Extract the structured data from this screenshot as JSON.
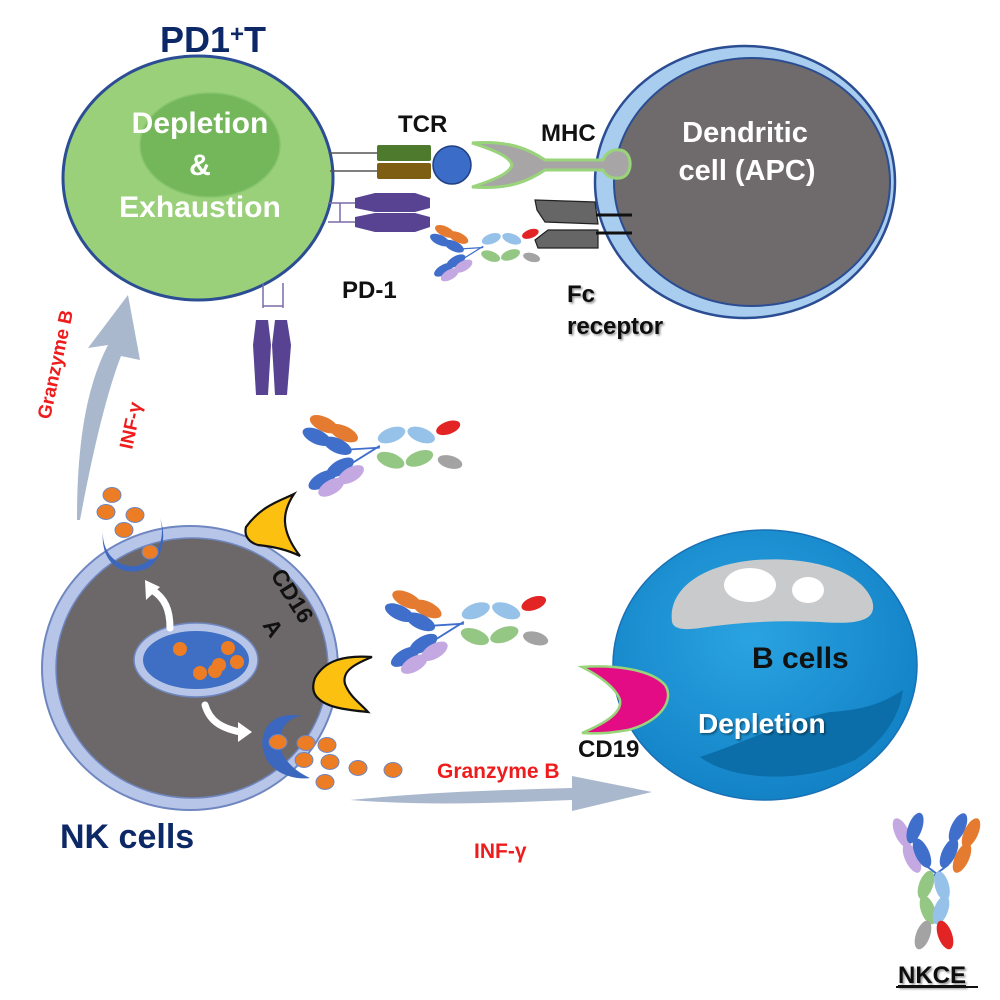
{
  "colors": {
    "t_cell_fill": "#9bd07a",
    "t_cell_nucleus": "#74b65a",
    "t_cell_border": "#2b4d93",
    "dendritic_fill": "#6f6a6b",
    "dendritic_membrane": "#a9cdee",
    "nk_fill": "#6c6869",
    "nk_membrane": "#b7c6e8",
    "nk_nucleus": "#3e6fc4",
    "granule": "#ec7d24",
    "granule_receptor": "#3b67bf",
    "cd16": "#fcc010",
    "cd19": "#e30c84",
    "b_cell_fill": "#1e94d6",
    "b_cell_dark": "#0b6ea8",
    "b_cell_nucleus": "#c9cacb",
    "pd1": "#574391",
    "arrow": "#a9b8cc",
    "label_navy": "#0d2866",
    "label_red": "#ee1c1c",
    "ab_blue": "#3f6ecb",
    "ab_orange": "#e57b30",
    "ab_lightblue": "#96c1e8",
    "ab_green": "#94c784",
    "ab_purple": "#c4a8e2",
    "ab_red": "#e32424",
    "ab_gray": "#a3a3a3"
  },
  "t_cell": {
    "title": "PD1",
    "title_superscript": "+",
    "title_suffix": "T",
    "status_lines": [
      "Depletion",
      "&",
      "Exhaustion"
    ]
  },
  "dendritic_cell": {
    "lines": [
      "Dendritic",
      "cell (APC)"
    ]
  },
  "receptors": {
    "tcr": "TCR",
    "mhc": "MHC",
    "pd1": "PD-1",
    "fc_lines": [
      "Fc",
      "receptor"
    ],
    "cd16_lines": [
      "CD16",
      "A"
    ],
    "cd19": "CD19"
  },
  "nk_cell": {
    "label": "NK cells"
  },
  "b_cell": {
    "label": "B cells",
    "status": "Depletion"
  },
  "cytokines": {
    "granzyme": "Granzyme B",
    "interferon": "INF-γ"
  },
  "legend": {
    "label": "NKCE"
  }
}
